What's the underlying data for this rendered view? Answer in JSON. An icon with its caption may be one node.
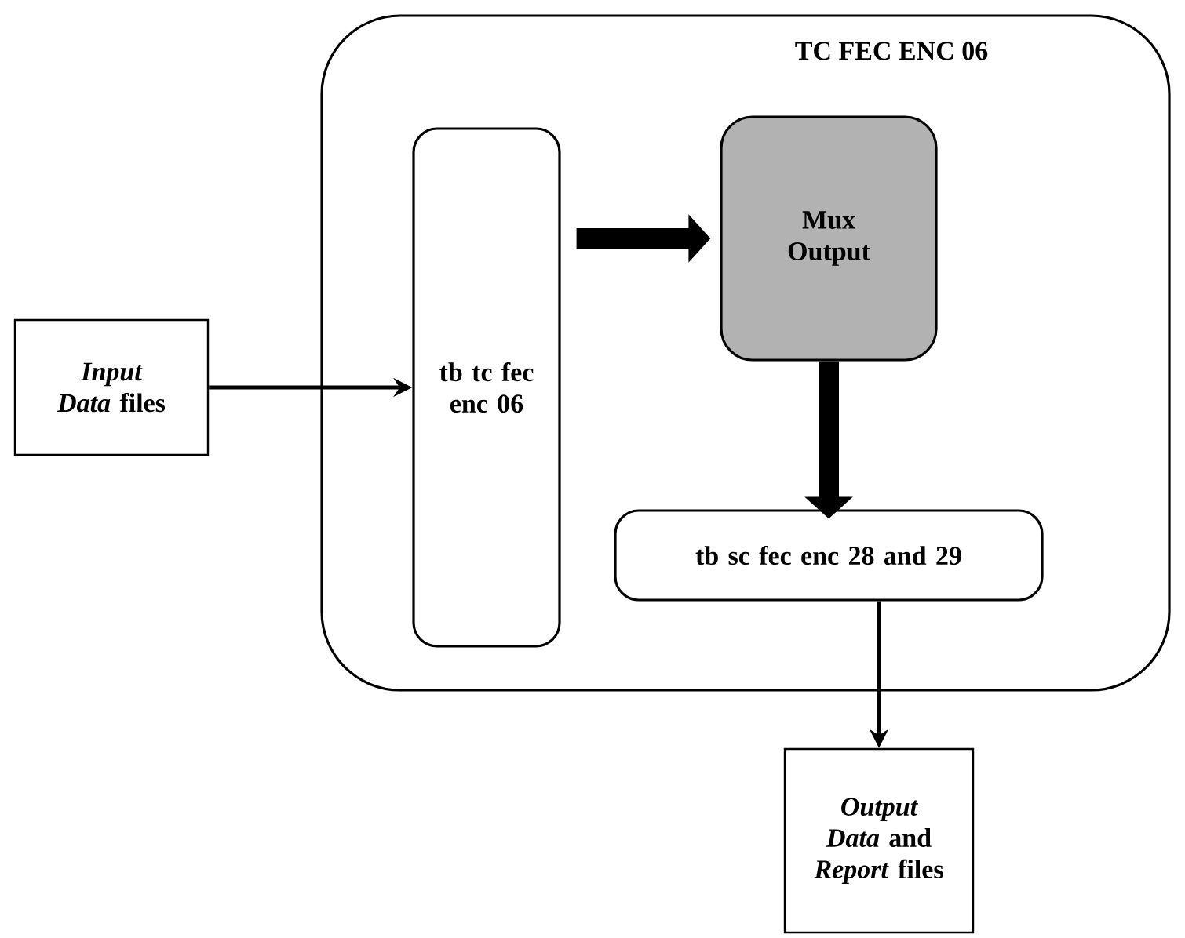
{
  "diagram": {
    "nodes": [
      {
        "text": [
          "TC FEC ENC 06"
        ]
      },
      {
        "text": [
          "*Input Data* files"
        ]
      },
      {
        "text": [
          "tb tc fec enc 06"
        ],
        "in": 0
      },
      {
        "text": [
          "Mux Output"
        ],
        "in": 0
      },
      {
        "text": [
          "tb sc fec enc 28 and 29"
        ],
        "in": 0
      },
      {
        "text": [
          "*Output Data* and *Report* files"
        ]
      }
    ],
    "edges": [
      {
        "from": 1,
        "to": 2,
        "arrow": "to"
      },
      {
        "from": 2,
        "to": 3,
        "arrow": "to",
        "style": "thick"
      },
      {
        "from": 3,
        "to": 4,
        "arrow": "to",
        "style": "thick"
      },
      {
        "from": 4,
        "to": 5,
        "arrow": "to"
      }
    ]
  }
}
